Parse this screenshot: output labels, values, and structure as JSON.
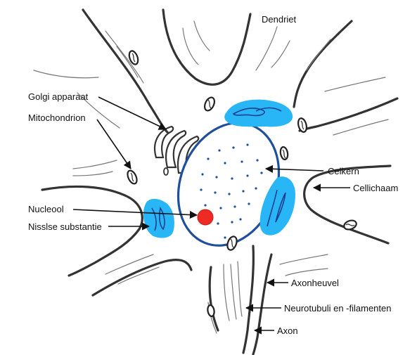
{
  "labels": {
    "dendriet": "Dendriet",
    "golgi": "Golgi apparaat",
    "mitochondrion": "Mitochondrion",
    "celkern": "Celkern",
    "cellichaam": "Cellichaam",
    "nucleool": "Nucleool",
    "nissl": "Nisslse substantie",
    "axonheuvel": "Axonheuvel",
    "neurotubuli": "Neurotubuli en -filamenten",
    "axon": "Axon"
  },
  "colors": {
    "membrane": "#333333",
    "nucleus_envelope": "#1f4f9a",
    "nissl": "#29b6f6",
    "er_line": "#1a3f8f",
    "nucleolus": "#ee2a24",
    "chromatin_dots": "#1f4f9a"
  }
}
